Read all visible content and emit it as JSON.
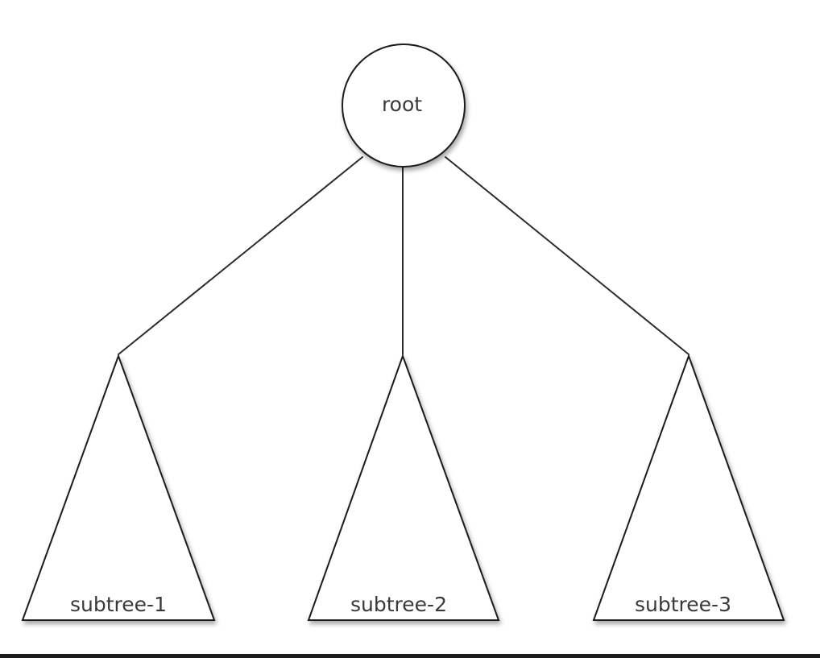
{
  "tree": {
    "root": {
      "label": "root"
    },
    "subtrees": [
      {
        "label": "subtree-1"
      },
      {
        "label": "subtree-2"
      },
      {
        "label": "subtree-3"
      }
    ]
  },
  "colors": {
    "stroke": "#1f1f1f",
    "label": "#3a3a3a",
    "background": "#ffffff"
  }
}
